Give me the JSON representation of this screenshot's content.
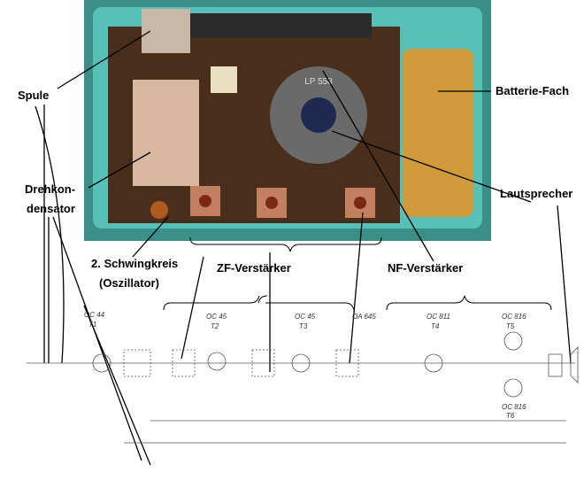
{
  "labels": {
    "spule": "Spule",
    "batterie": "Batterie-Fach",
    "drehko_1": "Drehkon-",
    "drehko_2": "densator",
    "lautsprecher": "Lautsprecher",
    "schwing_1": "2. Schwingkreis",
    "schwing_2": "(Oszillator)",
    "zf": "ZF-Verstärker",
    "nf": "NF-Verstärker"
  },
  "photo": {
    "speaker_text": "LP 558"
  },
  "schematic": {
    "transistors": [
      {
        "type": "OC 44",
        "ref": "T1"
      },
      {
        "type": "OC 45",
        "ref": "T2"
      },
      {
        "type": "OC 45",
        "ref": "T3"
      },
      {
        "type": "OA 645",
        "ref": ""
      },
      {
        "type": "OC 811",
        "ref": "T4"
      },
      {
        "type": "OC 816",
        "ref": "T5"
      },
      {
        "type": "OC 816",
        "ref": "T6"
      }
    ]
  },
  "colors": {
    "case": "#4fb8b0",
    "board": "#5a3a22",
    "label": "#000000"
  }
}
